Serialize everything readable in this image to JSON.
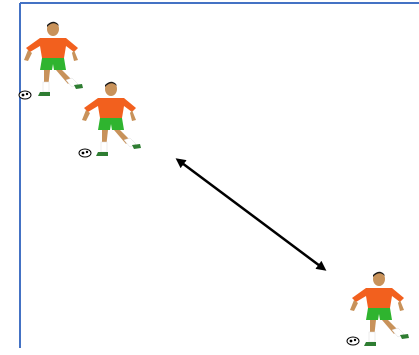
{
  "diagram": {
    "colors": {
      "border": "#4472c4",
      "arrow": "#000000",
      "shirt": "#f2601e",
      "shorts": "#2fb42f",
      "skin": "#c8925a",
      "hair": "#1a1a1a",
      "sock": "#ffffff",
      "shoe": "#2e7d32"
    },
    "players": [
      {
        "id": "player-1",
        "icon": "soccer-player-icon",
        "ball": "soccer-ball-icon"
      },
      {
        "id": "player-2",
        "icon": "soccer-player-icon",
        "ball": "soccer-ball-icon"
      },
      {
        "id": "player-3",
        "icon": "soccer-player-icon",
        "ball": "soccer-ball-icon"
      }
    ],
    "connector": {
      "type": "double-headed-arrow",
      "icon": "double-arrow-icon"
    }
  }
}
